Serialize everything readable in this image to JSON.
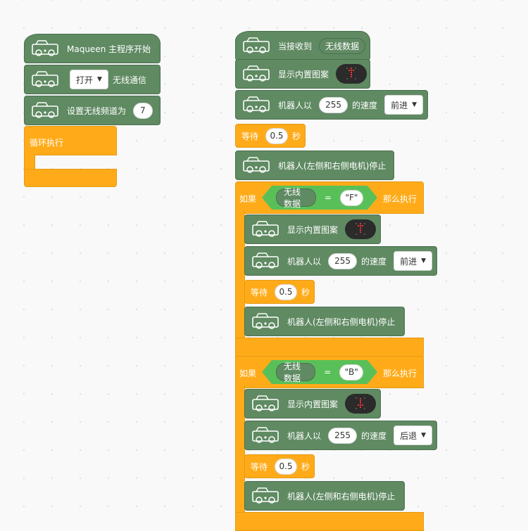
{
  "left": {
    "main_start": "Maqueen 主程序开始",
    "radio_toggle": "打开",
    "radio_label": "无线通信",
    "channel_label": "设置无线频道为",
    "channel_value": "7",
    "forever_label": "循环执行"
  },
  "right": {
    "on_receive": "当接收到",
    "radio_data": "无线数据",
    "show_pattern": "显示内置图案",
    "robot_speed_prefix": "机器人以",
    "speed_value": "255",
    "robot_speed_suffix": "的速度",
    "forward": "前进",
    "backward": "后退",
    "wait": "等待",
    "wait_value": "0.5",
    "seconds": "秒",
    "stop_motors": "机器人(左侧和右侧电机)停止",
    "if": "如果",
    "then": "那么执行",
    "equals": "=",
    "value_F": "\"F\"",
    "value_B": "\"B\""
  },
  "colors": {
    "block_green": "#5f8a62",
    "control_orange": "#ffab19",
    "operator_green": "#59c059"
  },
  "icons": {
    "robot": "maqueen-car-icon",
    "dropdown": "caret-down-icon",
    "matrix": "led-matrix-icon"
  }
}
